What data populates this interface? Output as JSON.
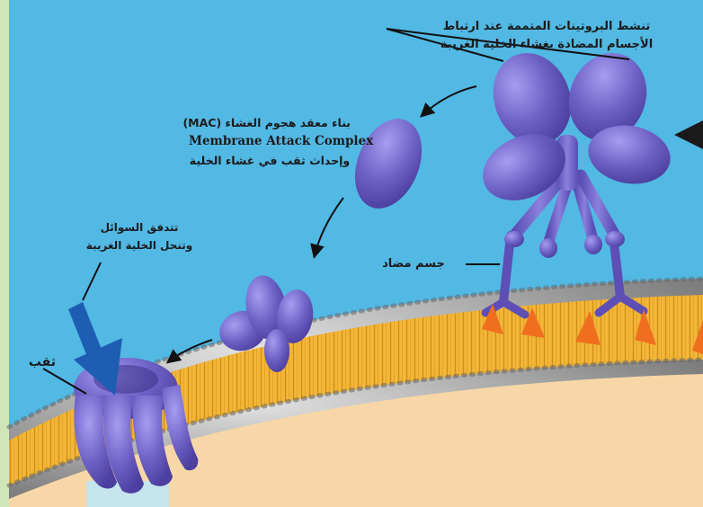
{
  "labels": {
    "activate_line1": "تنشط البروتينات المتممة عند ارتباط",
    "activate_line2": "الأجسام المضادة بغشاء الخلية الغريبة",
    "mac_line1": "بناء معقد هجوم الغشاء (MAC)",
    "mac_line2": "Membrane Attack Complex",
    "mac_line3": "وإحداث ثقب في غشاء الخلية",
    "flow_line1": "تتدفق السوائل",
    "flow_line2": "وتنحل الخلية الغريبة",
    "hole": "ثقب",
    "antibody": "جسم مضاد"
  },
  "colors": {
    "background_blue": "#52b8e4",
    "frame_green": "#cfe6b8",
    "protein_purple": "#6f62c6",
    "membrane_yellow": "#f2b63a",
    "membrane_head_gray": "#a3a3a3",
    "cell_interior": "#f7d7a7",
    "antigen_orange": "#f06f1f",
    "flow_arrow_blue": "#1d5db2"
  }
}
